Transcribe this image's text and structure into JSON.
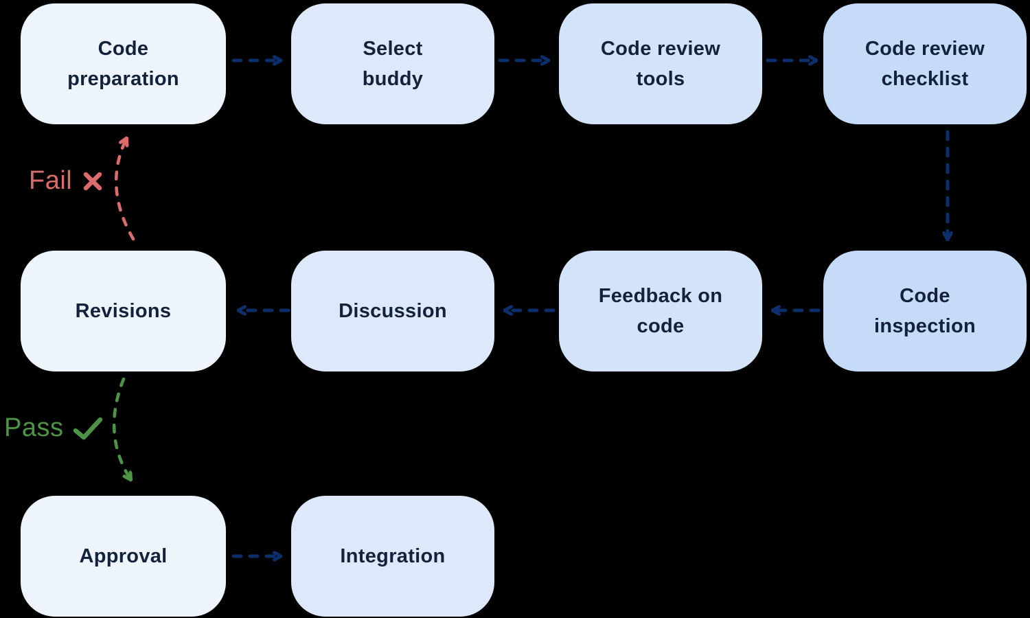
{
  "diagram": {
    "type": "flowchart",
    "nodes": [
      {
        "id": "code-preparation",
        "label": "Code\npreparation"
      },
      {
        "id": "select-buddy",
        "label": "Select\nbuddy"
      },
      {
        "id": "code-review-tools",
        "label": "Code review\ntools"
      },
      {
        "id": "code-review-checklist",
        "label": "Code review\nchecklist"
      },
      {
        "id": "revisions",
        "label": "Revisions"
      },
      {
        "id": "discussion",
        "label": "Discussion"
      },
      {
        "id": "feedback-on-code",
        "label": "Feedback on\ncode"
      },
      {
        "id": "code-inspection",
        "label": "Code\ninspection"
      },
      {
        "id": "approval",
        "label": "Approval"
      },
      {
        "id": "integration",
        "label": "Integration"
      }
    ],
    "edges": [
      {
        "from": "code-preparation",
        "to": "select-buddy"
      },
      {
        "from": "select-buddy",
        "to": "code-review-tools"
      },
      {
        "from": "code-review-tools",
        "to": "code-review-checklist"
      },
      {
        "from": "code-review-checklist",
        "to": "code-inspection"
      },
      {
        "from": "code-inspection",
        "to": "feedback-on-code"
      },
      {
        "from": "feedback-on-code",
        "to": "discussion"
      },
      {
        "from": "discussion",
        "to": "revisions"
      },
      {
        "from": "revisions",
        "to": "code-preparation",
        "label": "Fail"
      },
      {
        "from": "revisions",
        "to": "approval",
        "label": "Pass"
      },
      {
        "from": "approval",
        "to": "integration"
      }
    ],
    "edge_labels": {
      "fail": "Fail",
      "pass": "Pass"
    },
    "colors": {
      "tier1": "#EDF4FC",
      "tier2": "#DDE9FB",
      "tier3": "#D2E3FA",
      "tier4": "#C5DBF8",
      "text": "#14213A",
      "arrow": "#0C2E6B",
      "fail": "#DC6B6B",
      "pass": "#4E9447"
    }
  }
}
